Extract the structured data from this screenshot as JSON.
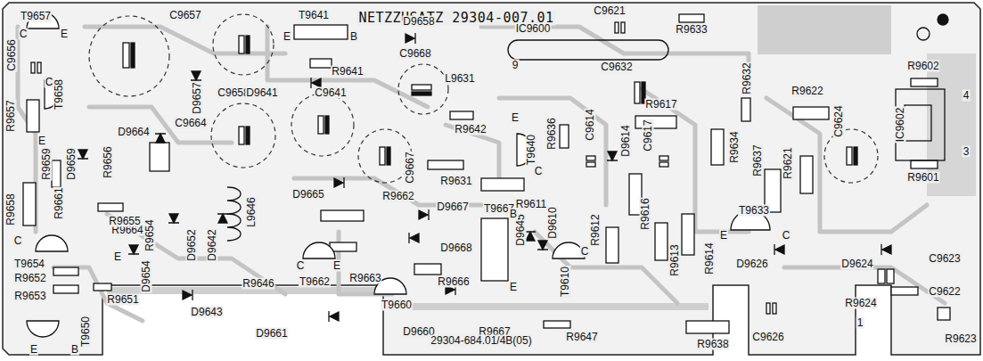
{
  "diagram": {
    "title": "NETZZUSATZ 29304-007.01",
    "labels": [
      "T9657",
      "C",
      "E",
      "C9657",
      "C9656",
      "C",
      "T9658",
      "R9657",
      "E",
      "R9659",
      "D9659",
      "R9656",
      "R9661",
      "R9658",
      "D9657",
      "C9658",
      "T9641",
      "E",
      "B",
      "R9641",
      "D9641",
      "C9641",
      "C9668",
      "D9658",
      "L9631",
      "9",
      "IC9600",
      "C9632",
      "C9621",
      "R9633",
      "R9632",
      "R9622",
      "C9624",
      "IC9602",
      "R9602",
      "4",
      "3",
      "R9601",
      "D9664",
      "C9664",
      "R9664",
      "C9667",
      "R9642",
      "E",
      "T9640",
      "C",
      "R9636",
      "C9614",
      "D9614",
      "C9617",
      "R9617",
      "R9634",
      "R9637",
      "R9621",
      "R9631",
      "R9611",
      "D9665",
      "R9662",
      "D9667",
      "T9667",
      "D9645",
      "D9610",
      "B",
      "E",
      "R9612",
      "R9616",
      "R9613",
      "R9614",
      "T9633",
      "E",
      "C",
      "D9626",
      "D9624",
      "C9623",
      "R9624",
      "C9622",
      "R9623",
      "C9626",
      "1",
      "R9638",
      "R9647",
      "R9667",
      "D9660",
      "D9661",
      "T9662",
      "C",
      "E",
      "D9643",
      "R9663",
      "D9668",
      "R9666",
      "T9660",
      "T9610",
      "C",
      "R9646",
      "L9646",
      "D9642",
      "D9652",
      "R9655",
      "R9654",
      "E",
      "D9654",
      "T9654",
      "R9652",
      "R9653",
      "R9651",
      "C",
      "T9650",
      "E",
      "B",
      "29304-684.01/4B(05)"
    ]
  }
}
